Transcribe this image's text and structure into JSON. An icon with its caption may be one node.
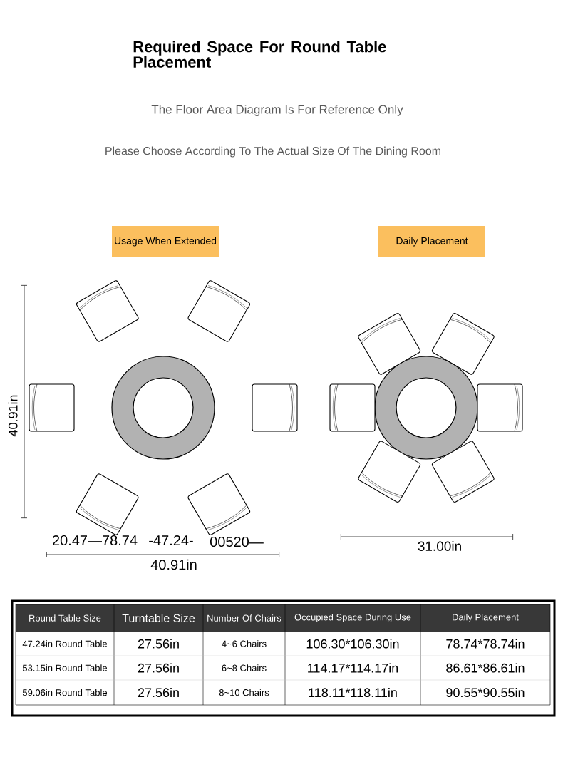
{
  "diagram": {
    "title": "Required Space For Round Table Placement",
    "nodes": [
      {
        "text": [
          "Usage When Extended"
        ]
      },
      {
        "text": [
          "Daily Placement"
        ]
      }
    ],
    "labels": [
      "The Floor Area Diagram Is For Reference Only",
      "Please Choose According To The Actual Size Of The Dining Room",
      "40.91in",
      "20.47—78.74",
      "-47.24-",
      "00520—",
      "40.91in",
      "31.00in",
      "Round Table Size",
      "Turntable Size",
      "Number Of Chairs",
      "Occupied Space During Use",
      "Daily Placement",
      "47.24in Round Table",
      "27.56in",
      "4~6 Chairs",
      "106.30*106.30in",
      "78.74*78.74in",
      "53.15in Round Table",
      "27.56in",
      "6~8 Chairs",
      "114.17*114.17in",
      "86.61*86.61in",
      "59.06in Round Table",
      "27.56in",
      "8~10 Chairs",
      "118.11*118.11in",
      "90.55*90.55in"
    ]
  }
}
